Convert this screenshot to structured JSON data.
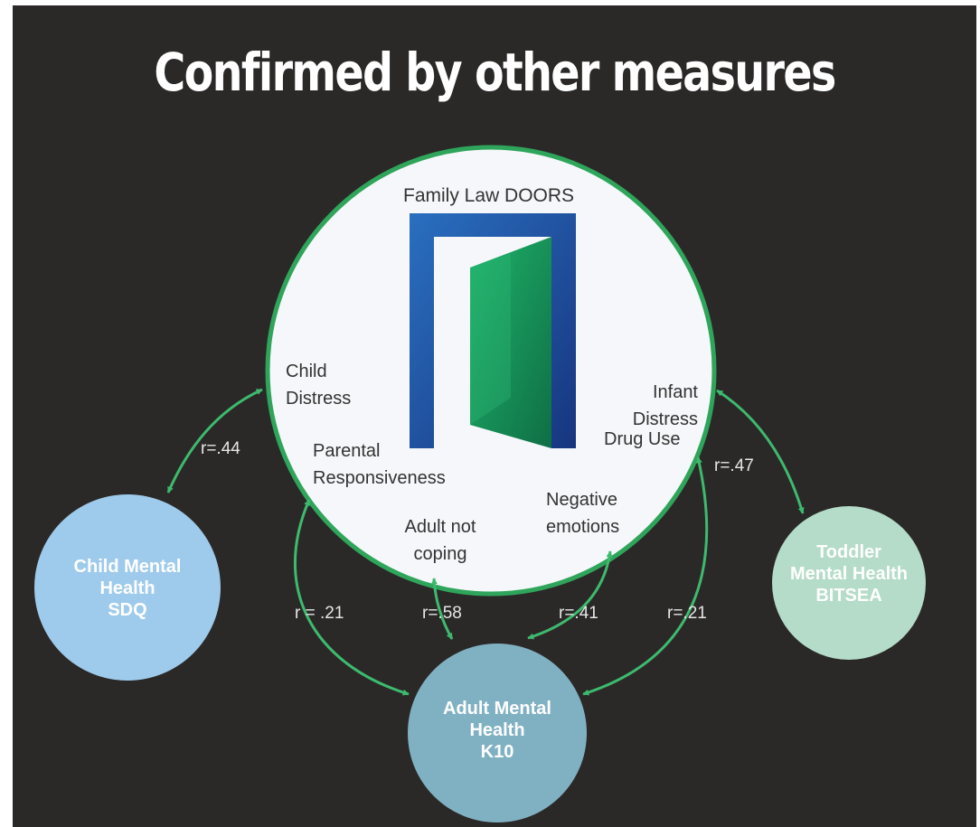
{
  "title": "Confirmed by other measures",
  "center": {
    "label": "Family Law DOORS",
    "domains": {
      "child_distress": "Child\nDistress",
      "infant_distress": "Infant\nDistress",
      "parental_responsiveness": "Parental\nResponsiveness",
      "drug_use": "Drug Use",
      "negative_emotions": "Negative\nemotions",
      "adult_not_coping": "Adult not\ncoping"
    }
  },
  "measures": {
    "child": "Child Mental\nHealth\nSDQ",
    "toddler": "Toddler\nMental Health\nBITSEA",
    "adult": "Adult Mental\nHealth\nK10"
  },
  "correlations": {
    "child_sdq": "r=.44",
    "toddler_bitsea": "r=.47",
    "parental_k10": "r = .21",
    "coping_k10": "r=.58",
    "negative_k10": "r=.41",
    "drug_k10": "r=.21"
  },
  "colors": {
    "background": "#2b2828",
    "arrow": "#3dba6e",
    "center_fill": "#f5f7fa",
    "center_border": "#2ea55a",
    "child_circle": "#9ecbeb",
    "toddler_circle": "#b4dcc8",
    "adult_circle": "#80b1c2",
    "door_frame": "#1f4fa0",
    "door_panel": "#1f9a5a"
  },
  "icons": {
    "door": "open-door-icon"
  }
}
